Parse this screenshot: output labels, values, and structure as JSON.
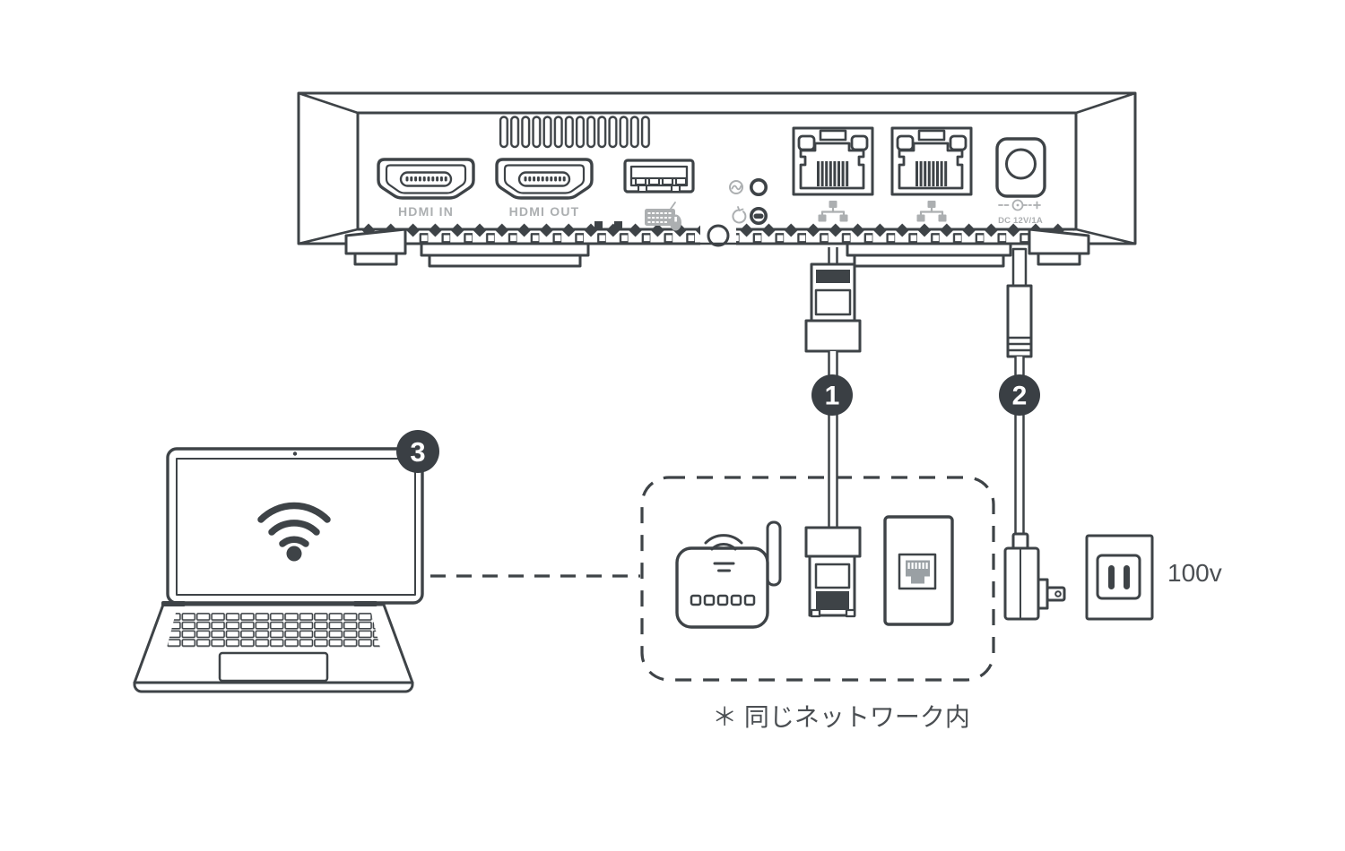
{
  "device": {
    "hdmi_in_label": "HDMI IN",
    "hdmi_out_label": "HDMI OUT",
    "dc_power_label": "DC 12V/1A"
  },
  "steps": [
    {
      "number": "1"
    },
    {
      "number": "2"
    },
    {
      "number": "3"
    }
  ],
  "outlet": {
    "voltage_label": "100v"
  },
  "note": {
    "text": "＊ 同じネットワーク内"
  },
  "icons": {
    "wifi_icon": "three arcs + dot",
    "lan_icon": "three linked network nodes",
    "keyboard_mouse_icon": "keyboard with mouse",
    "status_icon": "circle with wave",
    "reset_icon": "circular arrow",
    "dc_polarity_icon": "center-positive barrel symbol",
    "rj45_port_icon": "ethernet jack",
    "usb_port_icon": "usb type-a port"
  },
  "colors": {
    "line": "#3e4347",
    "muted": "#acafb1",
    "badge-bg": "#3a3f44",
    "badge-text": "#ffffff",
    "text": "#4b4f53",
    "jack": "#9aa0a4"
  }
}
